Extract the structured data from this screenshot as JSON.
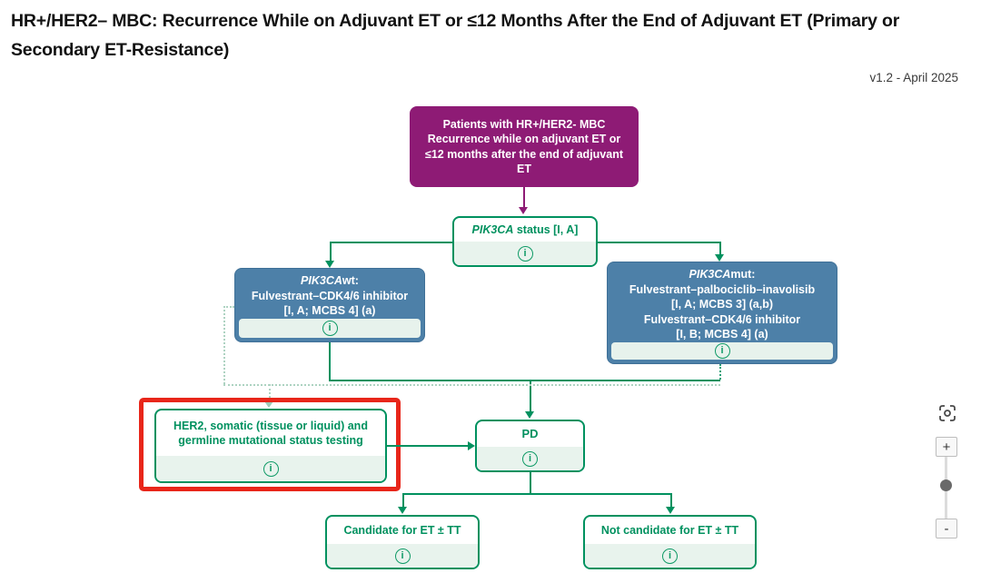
{
  "header": {
    "title": "HR+/HER2– MBC: Recurrence While on Adjuvant ET or ≤12 Months After the End of Adjuvant ET (Primary or Secondary ET-Resistance)",
    "version": "v1.2 - April 2025"
  },
  "flowchart": {
    "info_icon_glyph": "i",
    "patients_box": {
      "line1": "Patients with HR+/HER2- MBC",
      "line2": "Recurrence while on adjuvant ET or ≤12 months after the end of adjuvant ET"
    },
    "pik3ca_status_box": {
      "gene": "PIK3CA",
      "rest": " status [I, A]"
    },
    "pik3ca_wt_box": {
      "gene": "PIK3CA",
      "gene_suffix": "wt:",
      "line2": "Fulvestrant–CDK4/6 inhibitor",
      "line3": "[I, A; MCBS 4] (a)"
    },
    "pik3ca_mut_box": {
      "gene": "PIK3CA",
      "gene_suffix": "mut:",
      "line2": "Fulvestrant–palbociclib–inavolisib",
      "line3": "[I, A; MCBS 3] (a,b)",
      "line4": "Fulvestrant–CDK4/6 inhibitor",
      "line5": "[I, B; MCBS 4] (a)"
    },
    "testing_box": {
      "text": "HER2, somatic (tissue or liquid) and germline mutational status testing"
    },
    "pd_box": {
      "text": "PD"
    },
    "candidate_box": {
      "text": "Candidate for ET ± TT"
    },
    "not_candidate_box": {
      "text": "Not candidate for ET ± TT"
    }
  },
  "zoom_controls": {
    "zoom_in_label": "+",
    "zoom_out_label": "-"
  },
  "colors": {
    "purple": "#8e1b75",
    "blue": "#4d80a8",
    "green": "#00915f",
    "light_green_strip": "#e8f3ed",
    "red_highlight": "#e8261a",
    "dotted_line": "#aed3c2"
  }
}
